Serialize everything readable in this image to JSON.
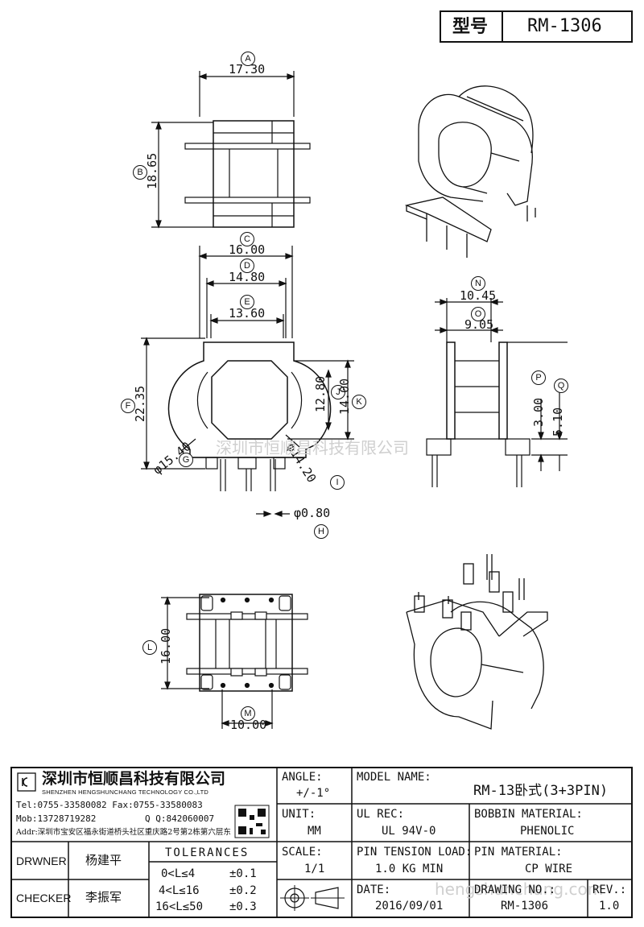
{
  "header": {
    "model_label": "型号",
    "model_value": "RM-1306"
  },
  "dimensions": {
    "A": {
      "tag": "A",
      "value": "17.30"
    },
    "B": {
      "tag": "B",
      "value": "18.65"
    },
    "C": {
      "tag": "C",
      "value": "16.00"
    },
    "D": {
      "tag": "D",
      "value": "14.80"
    },
    "E": {
      "tag": "E",
      "value": "13.60"
    },
    "F": {
      "tag": "F",
      "value": "22.35"
    },
    "G": {
      "tag": "G",
      "value": "φ15.40"
    },
    "I": {
      "tag": "I",
      "value": "φ14.20"
    },
    "J": {
      "tag": "J",
      "value": "12.80"
    },
    "K": {
      "tag": "K",
      "value": "14.00"
    },
    "H": {
      "tag": "H",
      "value": "φ0.80"
    },
    "N": {
      "tag": "N",
      "value": "10.45"
    },
    "O": {
      "tag": "O",
      "value": "9.05"
    },
    "P": {
      "tag": "P",
      "value": "3.00"
    },
    "Q": {
      "tag": "Q",
      "value": "5.10"
    },
    "L": {
      "tag": "L",
      "value": "16.00"
    },
    "M": {
      "tag": "M",
      "value": "10.00"
    }
  },
  "watermark": {
    "text1": "深圳市恒顺昌科技有限公司",
    "text2": "hengshunchang.com"
  },
  "title_block": {
    "company_cn": "深圳市恒顺昌科技有限公司",
    "company_en": "SHENZHEN HENGSHUNCHANG TECHNOLOGY CO.,LTD",
    "tel": "Tel:0755-33580082 Fax:0755-33580083",
    "mob": "Mob:13728719282",
    "qq": "Q Q:842060007",
    "addr": "Addr:深圳市宝安区福永街道桥头社区重庆路2号第2栋第六层东",
    "angle_label": "ANGLE:",
    "angle_value": "+/-1°",
    "unit_label": "UNIT:",
    "unit_value": "MM",
    "scale_label": "SCALE:",
    "scale_value": "1/1",
    "model_name_label": "MODEL NAME:",
    "model_name_value": "RM-13卧式(3+3PIN)",
    "ul_rec_label": "UL REC:",
    "ul_rec_value": "UL 94V-0",
    "bobbin_label": "BOBBIN MATERIAL:",
    "bobbin_value": "PHENOLIC",
    "pin_tension_label": "PIN TENSION LOAD:",
    "pin_tension_value": "1.0 KG MIN",
    "pin_material_label": "PIN MATERIAL:",
    "pin_material_value": "CP WIRE",
    "date_label": "DATE:",
    "date_value": "2016/09/01",
    "drawing_no_label": "DRAWING NO.:",
    "drawing_no_value": "RM-1306",
    "rev_label": "REV.:",
    "rev_value": "1.0",
    "drawer_label": "DRWNER",
    "drawer_value": "杨建平",
    "checker_label": "CHECKER",
    "checker_value": "李振军",
    "tolerances_label": "TOLERANCES",
    "tol_rows": [
      {
        "range": "0<L≤4",
        "tol": "±0.1"
      },
      {
        "range": "4<L≤16",
        "tol": "±0.2"
      },
      {
        "range": "16<L≤50",
        "tol": "±0.3"
      }
    ]
  }
}
